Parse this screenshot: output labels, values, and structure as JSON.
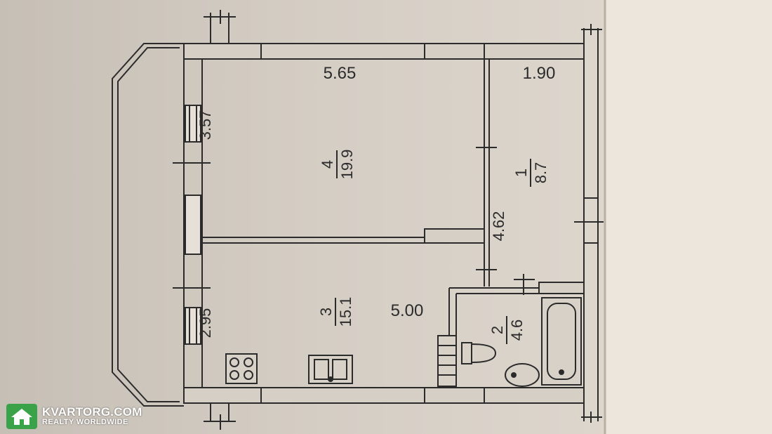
{
  "plan": {
    "dimensions": {
      "top_left_width": "5.65",
      "top_right_width": "1.90",
      "left_upper_height": "3.57",
      "left_lower_height": "2.95",
      "inner_partition": "4.62",
      "kitchen_length": "5.00"
    },
    "rooms": [
      {
        "number": "4",
        "area": "19.9"
      },
      {
        "number": "1",
        "area": "8.7"
      },
      {
        "number": "3",
        "area": "15.1"
      },
      {
        "number": "2",
        "area": "4.6"
      }
    ]
  },
  "watermark": {
    "site": "KVARTORG.COM",
    "tagline": "REALTY WORLDWIDE"
  },
  "colors": {
    "paper": "#dcd5cd",
    "ink": "#2b2b2b",
    "background_right": "#ece6dc",
    "watermark_green": "#3aa34a"
  }
}
